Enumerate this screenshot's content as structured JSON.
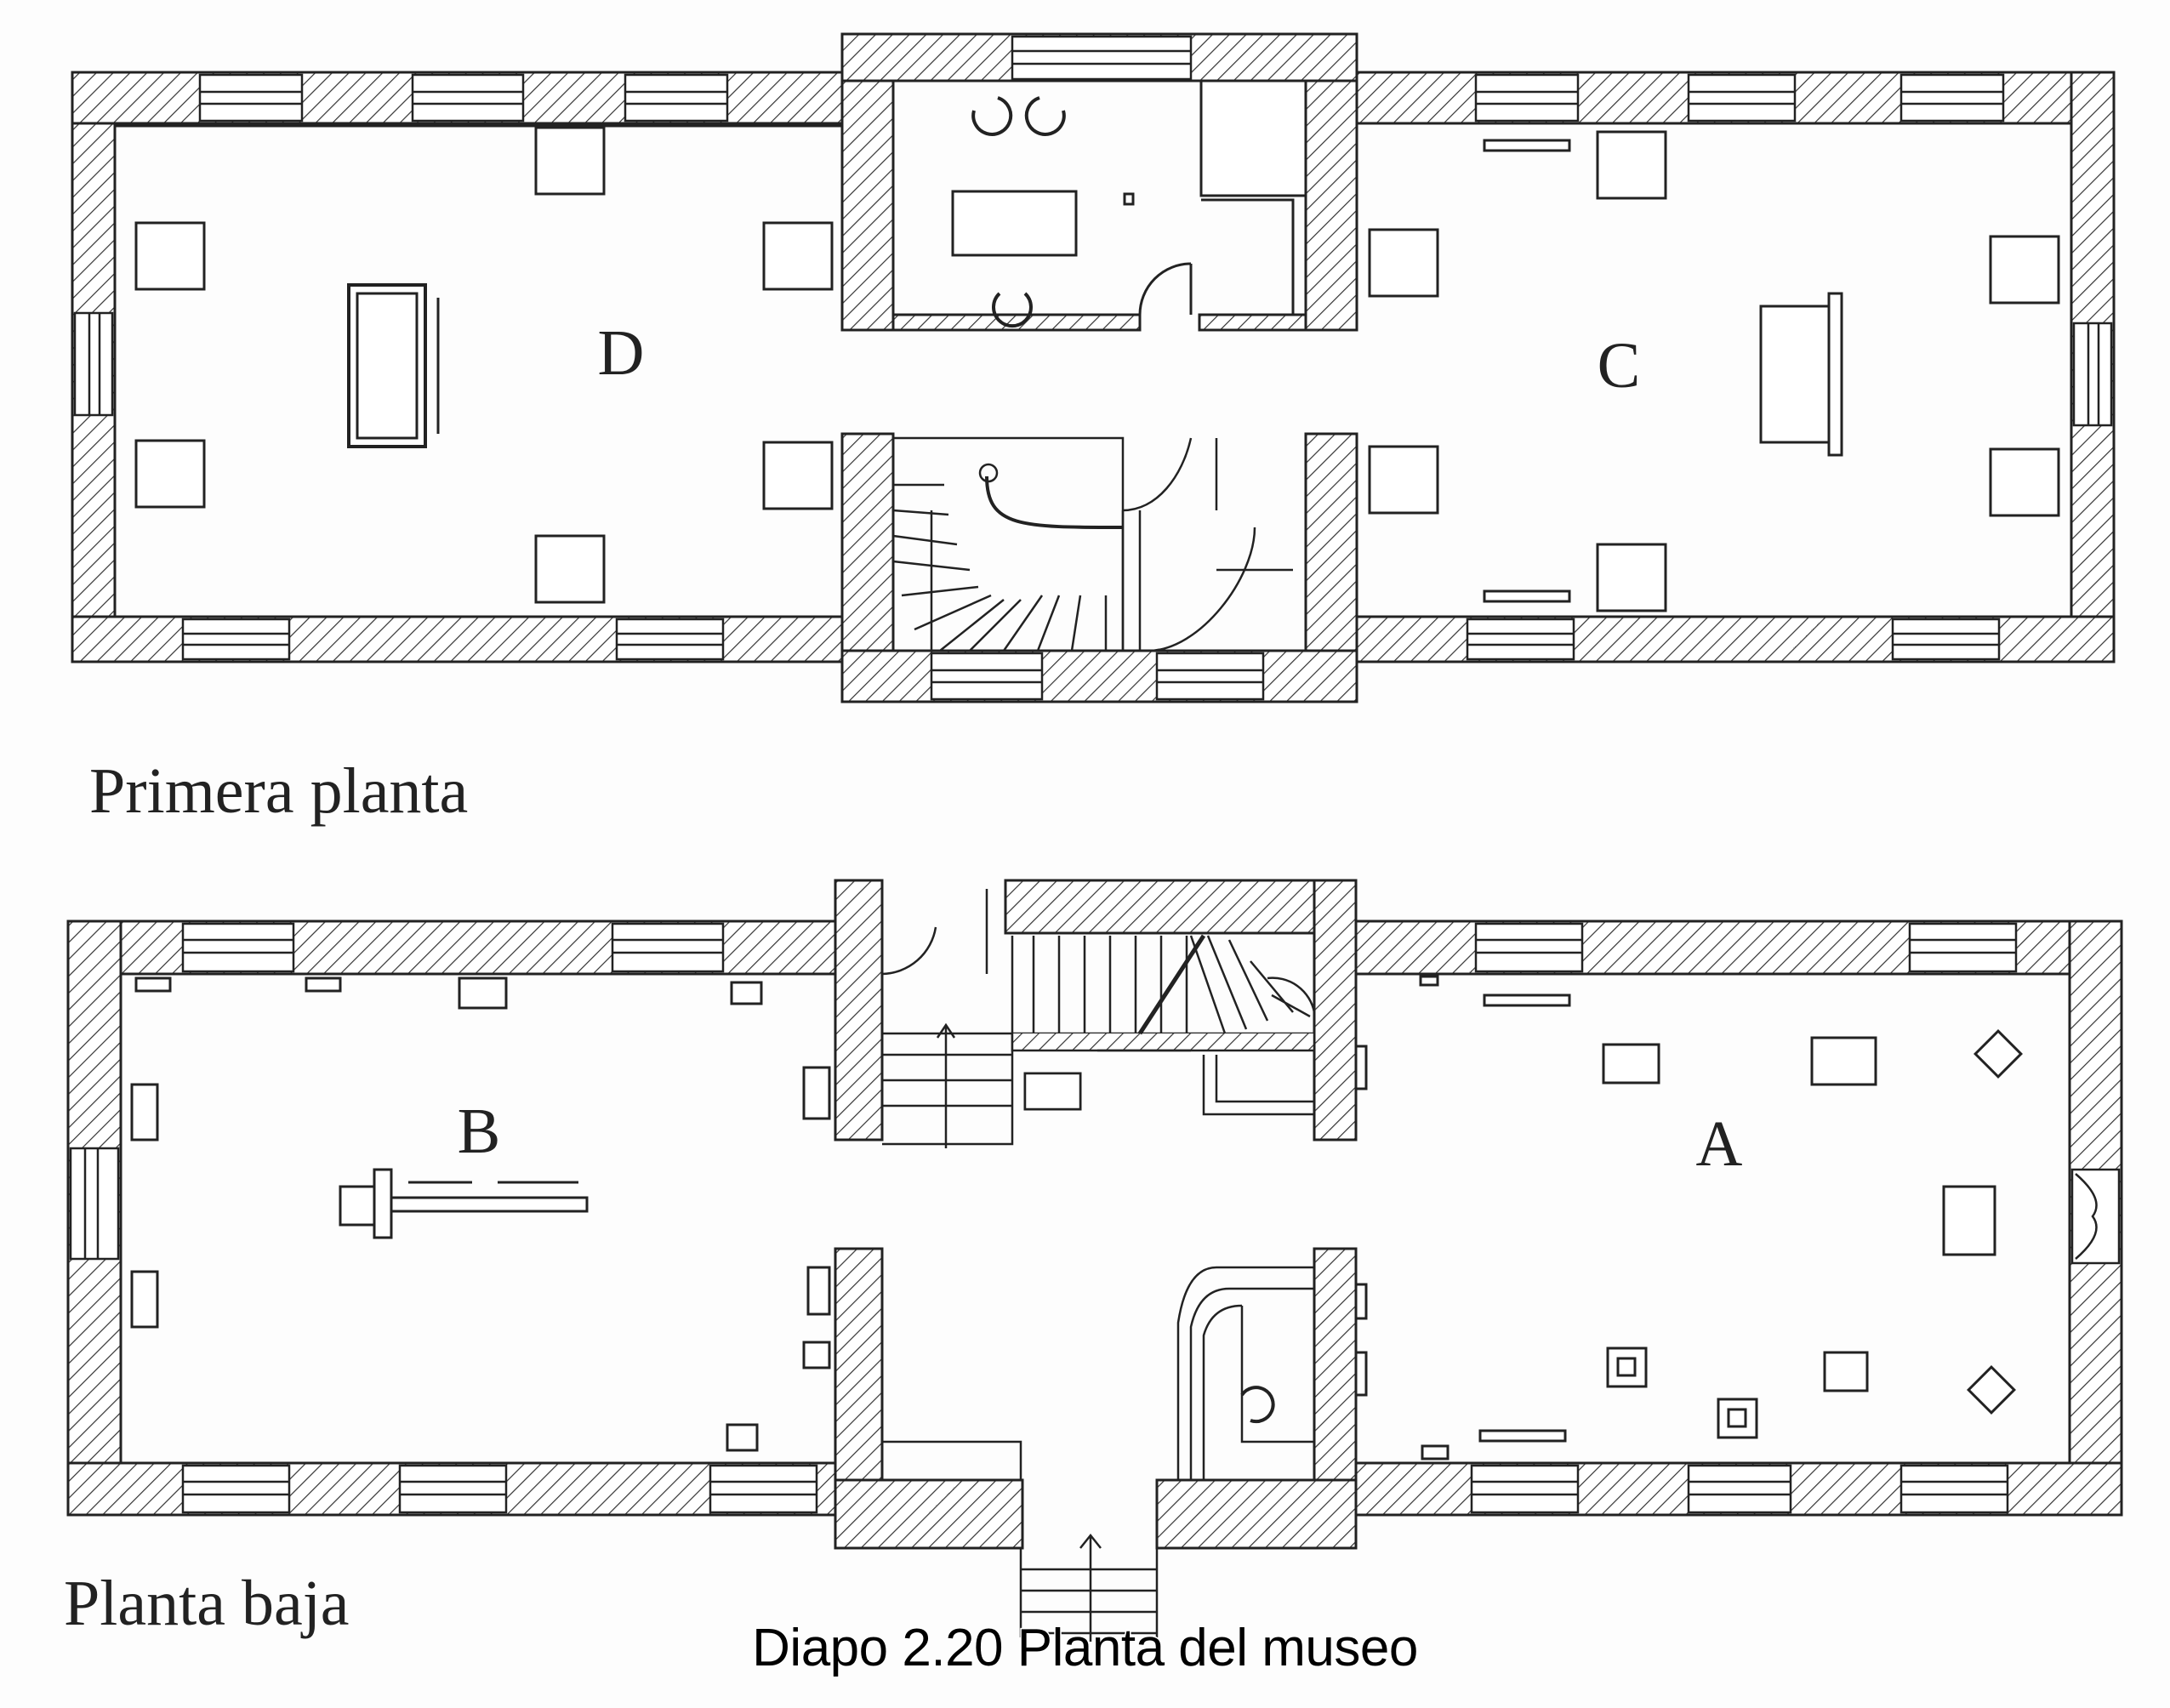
{
  "floors": {
    "upper": {
      "title": "Primera planta",
      "rooms": [
        "D",
        "C"
      ]
    },
    "ground": {
      "title": "Planta baja",
      "rooms": [
        "B",
        "A"
      ]
    }
  },
  "caption": "Diapo 2.20 Planta del museo",
  "colors": {
    "ink": "#222222",
    "paper": "#fdfdfd",
    "caption_text": "#000000",
    "caption_outline": "#ffffff"
  }
}
